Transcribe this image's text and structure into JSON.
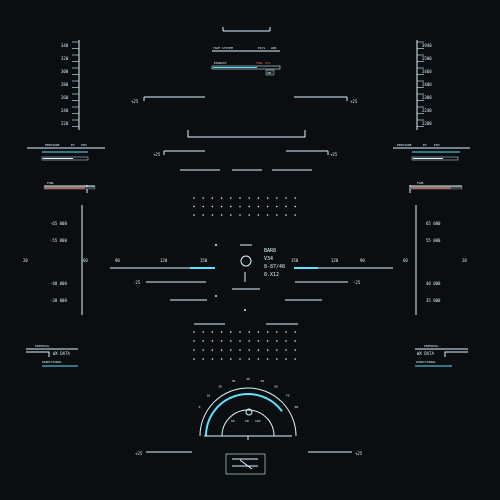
{
  "colors": {
    "background": "#0b0e10",
    "primary": "#d9f6ff",
    "accent": "#5ee3ff",
    "warning": "#ff6b4d"
  },
  "top": {
    "status": {
      "left": "TANT SYSTEM",
      "mid": "EX/S",
      "right": "ANS"
    },
    "bar_labels": {
      "left": "EXHAUST",
      "right": "FUEL SYS"
    },
    "badge": "ON"
  },
  "left_scale": {
    "ticks": [
      "340",
      "320",
      "300",
      "280",
      "260",
      "240",
      "220"
    ]
  },
  "right_scale": {
    "ticks": [
      "3940",
      "2500",
      "2460",
      "2400",
      "2300",
      "2240",
      "2200"
    ]
  },
  "pressure_left": {
    "label": "PRESSURE",
    "mid": "EX",
    "right": "EXH"
  },
  "pressure_right": {
    "label": "PRESSURE",
    "mid": "EX",
    "right": "EXH"
  },
  "bracket_values": {
    "upper_left": "+25",
    "upper_right": "+25",
    "mid_left": "+25",
    "mid_right": "+25",
    "lower_left": "-25",
    "lower_right": "-25",
    "bottom_left": "+25",
    "bottom_right": "+25"
  },
  "altitude_left": {
    "values": [
      "-65 000",
      "-55 000",
      "-40 000",
      "-30 000"
    ]
  },
  "altitude_right": {
    "values": [
      "65 000",
      "55 000",
      "40 000",
      "35 000"
    ]
  },
  "horizon_left": {
    "ticks": [
      "20",
      "60",
      "90",
      "120",
      "150"
    ]
  },
  "horizon_right": {
    "ticks": [
      "150",
      "120",
      "90",
      "60",
      "20"
    ]
  },
  "center_readout": [
    "BAR8",
    "V34",
    "8-87/48",
    "8.X12"
  ],
  "wx_left": {
    "title": "WX DATA",
    "sub": "INTERVAL",
    "info": "DIRECTIONAL"
  },
  "wx_right": {
    "title": "WX DATA",
    "sub": "INTERVAL",
    "info": "DIRECTIONAL"
  },
  "speed_gauge": {
    "labels": [
      "0",
      "10",
      "20",
      "30",
      "40",
      "50",
      "60",
      "70",
      "80"
    ],
    "inner": {
      "left": "60",
      "right": "120",
      "mid": "IN"
    },
    "level": 0.8
  }
}
